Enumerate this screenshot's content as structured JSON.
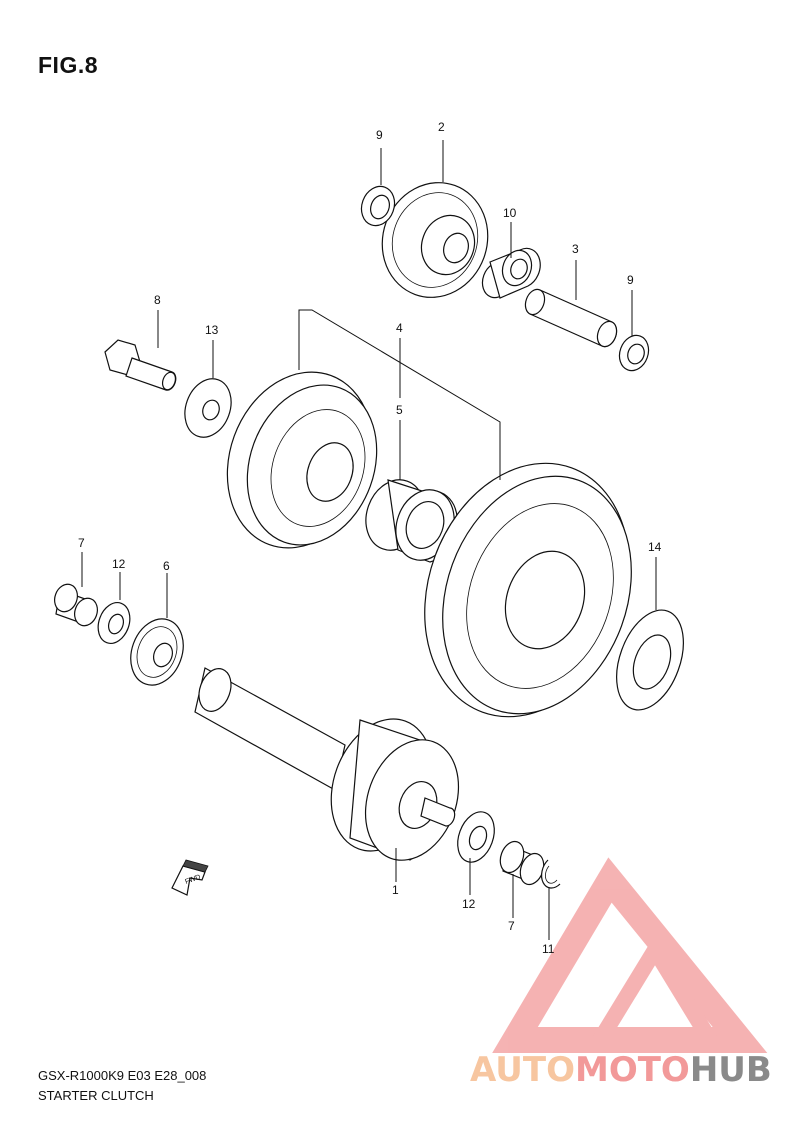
{
  "figure": {
    "title": "FIG.8"
  },
  "footer": {
    "model_code": "GSX-R1000K9 E03 E28_008",
    "section_name": "STARTER CLUTCH"
  },
  "watermark": {
    "part1": "AUTO",
    "part2": "MOTO",
    "part3": "HUB",
    "color_light": "#f7c6a0",
    "color_red": "#f29999",
    "color_gray": "#8a8a8a"
  },
  "callouts": {
    "c1": "1",
    "c2": "2",
    "c3": "3",
    "c4": "4",
    "c5": "5",
    "c6": "6",
    "c7a": "7",
    "c7b": "7",
    "c8": "8",
    "c9a": "9",
    "c9b": "9",
    "c10": "10",
    "c11": "11",
    "c12a": "12",
    "c12b": "12",
    "c13": "13",
    "c14": "14"
  },
  "direction_marker": {
    "label": "FWD"
  }
}
